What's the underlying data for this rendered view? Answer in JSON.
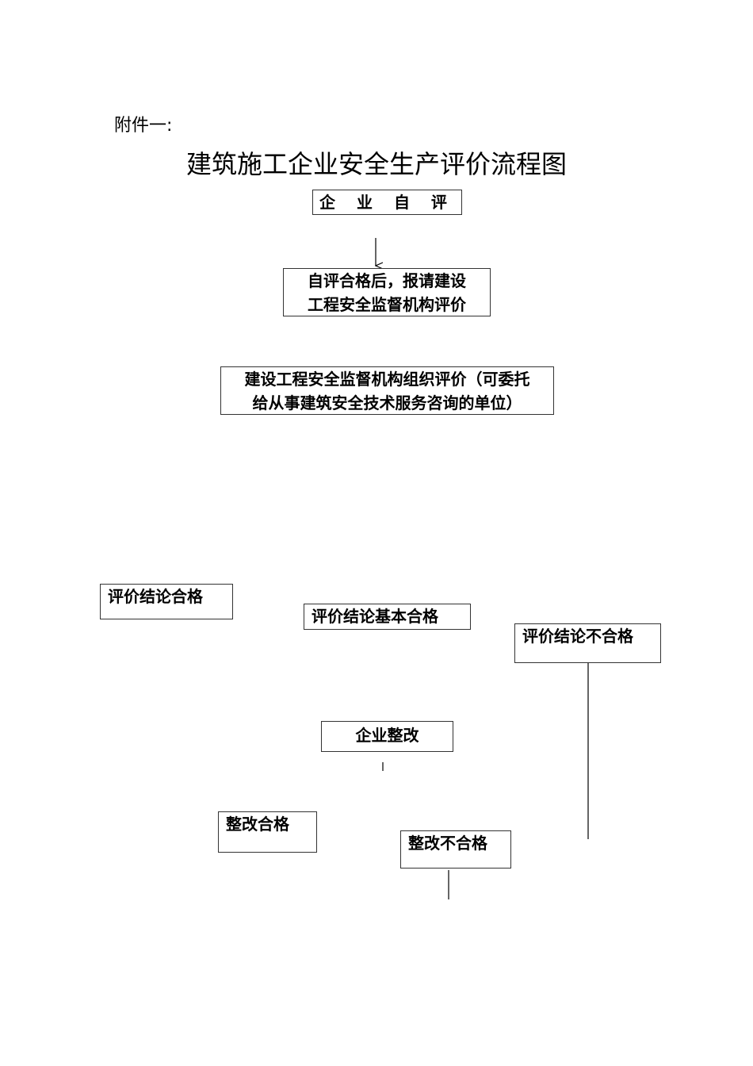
{
  "header": {
    "attachment_label": "附件一:",
    "title": "建筑施工企业安全生产评价流程图"
  },
  "nodes": {
    "self_evaluation": "企 业 自 评",
    "apply_after_pass": {
      "line1": "自评合格后，报请建设",
      "line2": "工程安全监督机构评价"
    },
    "organize_evaluation": {
      "line1": "建设工程安全监督机构组织评价（可委托",
      "line2": "给从事建筑安全技术服务咨询的单位）"
    },
    "result_pass": "评价结论合格",
    "result_basic_pass": "评价结论基本合格",
    "result_fail": "评价结论不合格",
    "rectification": "企业整改",
    "rectify_pass": "整改合格",
    "rectify_fail": "整改不合格"
  }
}
